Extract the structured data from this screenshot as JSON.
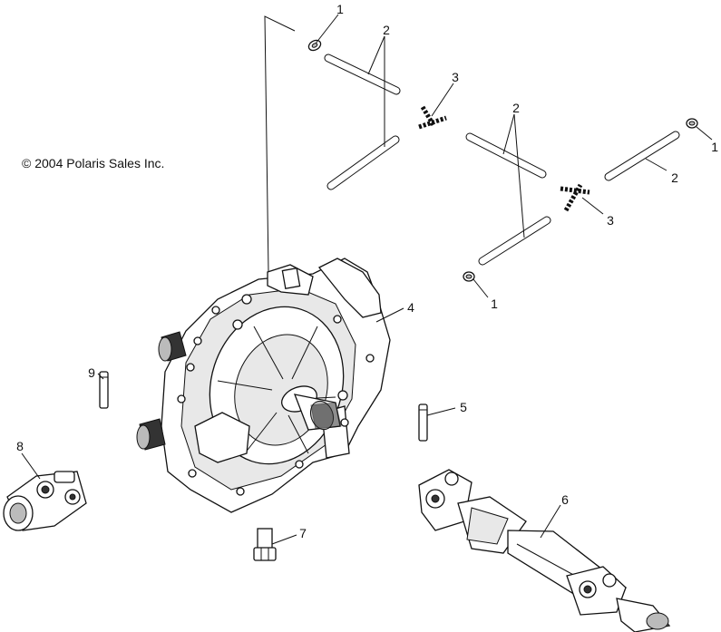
{
  "copyright": "© 2004 Polaris Sales Inc.",
  "callouts": [
    "1",
    "2",
    "3",
    "2",
    "1",
    "2",
    "3",
    "1",
    "4",
    "5",
    "6",
    "7",
    "8",
    "9"
  ]
}
